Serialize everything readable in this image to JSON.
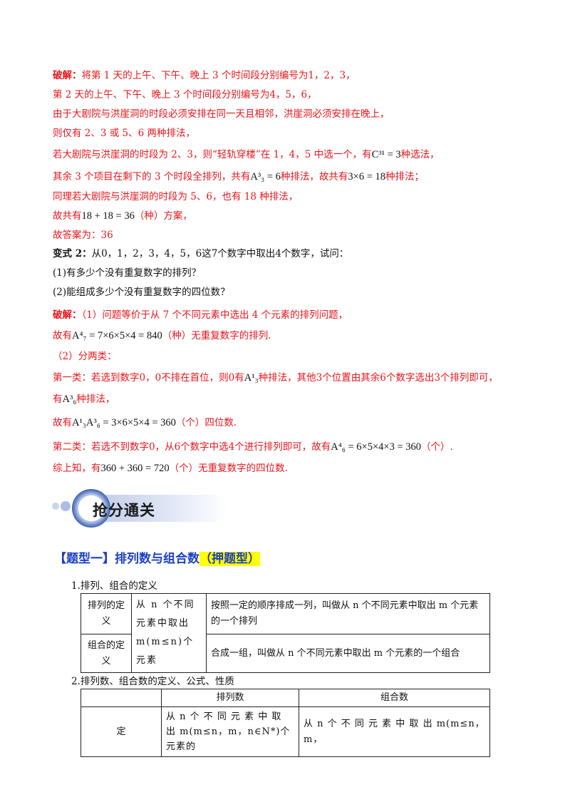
{
  "solution1": {
    "label": "破解：",
    "l1": "将第 1 天的上午、下午、晚上 3 个时间段分别编号为1，2，3，",
    "l2": "第 2 天的上午、下午、晚上 3 个时间段分别编号为4，5，6，",
    "l3": "由于大剧院与洪崖洞的时段必须安排在同一天且相邻，洪崖洞必须安排在晚上，",
    "l4": "则仅有 2、3 或 5、6 两种排法，",
    "l5a": "若大剧院与洪崖洞的时段为 2、3，则“轻轨穿楼”在 1，4，5 中选一个，有",
    "l5m": "C³¹ = 3",
    "l5b": "种选法，",
    "l6a": "其余 3 个项目在剩下的 3 个时段全排列，共有",
    "l6m": "A³₃ = 6",
    "l6b": "种排法，故共有",
    "l6m2": "3×6 = 18",
    "l6c": "种排法；",
    "l7": "同理若大剧院与洪崖洞的时段为 5、6，也有 18 种排法，",
    "l8a": "故共有",
    "l8m": "18 + 18 = 36",
    "l8b": "（种）方案，",
    "l9": "故答案为：36"
  },
  "variant2": {
    "label": "变式 2：",
    "text": "从0，1，2，3，4，5，6这7个数字中取出4个数字，试问：",
    "q1": "(1)有多少个没有重复数字的排列？",
    "q2": "(2)能组成多少个没有重复数字的四位数？"
  },
  "solution2": {
    "label": "破解：",
    "l1": "（1）问题等价于从 7 个不同元素中选出 4 个元素的排列问题，",
    "l2a": "故有",
    "l2m": "A⁴₇ = 7×6×5×4 = 840",
    "l2b": "（种）无重复数字的排列.",
    "l3": "（2）分两类：",
    "l4a": "第一类：若选到数字0，0不排在首位，则0有",
    "l4m": "A¹₃",
    "l4b": "种排法，其他3个位置由其余6个数字选出3个排列即可，",
    "l5a": "有",
    "l5m": "A³₆",
    "l5b": "种排法，",
    "l6a": "故有",
    "l6m": "A¹₃A³₆ = 3×6×5×4 = 360",
    "l6b": "（个）四位数.",
    "l7a": "第二类：若选不到数字0，从6个数字中选4个进行排列即可，故有",
    "l7m": "A⁴₆ = 6×5×4×3 = 360",
    "l7b": "（个）.",
    "l8a": "综上知，有",
    "l8m": "360 + 360 = 720",
    "l8b": "（个）无重复数字的四位数."
  },
  "banner": {
    "text": "抢分通关"
  },
  "section": {
    "title": "【题型一】排列数与组合数",
    "highlight": "（押题型）"
  },
  "table1": {
    "caption": "1.排列、组合的定义",
    "r1c1": "排列的定义",
    "r2c1": "组合的定义",
    "shared": "从 n 个不同元素中取出 m(m≤n)个元素",
    "r1c3": "按照一定的顺序排成一列，叫做从 n 个不同元素中取出 m 个元素的一个排列",
    "r2c3": "合成一组，叫做从 n 个不同元素中取出 m 个元素的一个组合"
  },
  "table2": {
    "caption": "2.排列数、组合数的定义、公式、性质",
    "h2": "排列数",
    "h3": "组合数",
    "r1c1": "定",
    "r1c2": "从 n 个 不 同 元 素 中 取 出 m(m≤n，m，n∈N*)个元素的",
    "r1c3": "从 n 个 不 同 元 素 中 取 出 m(m≤n， m，"
  }
}
